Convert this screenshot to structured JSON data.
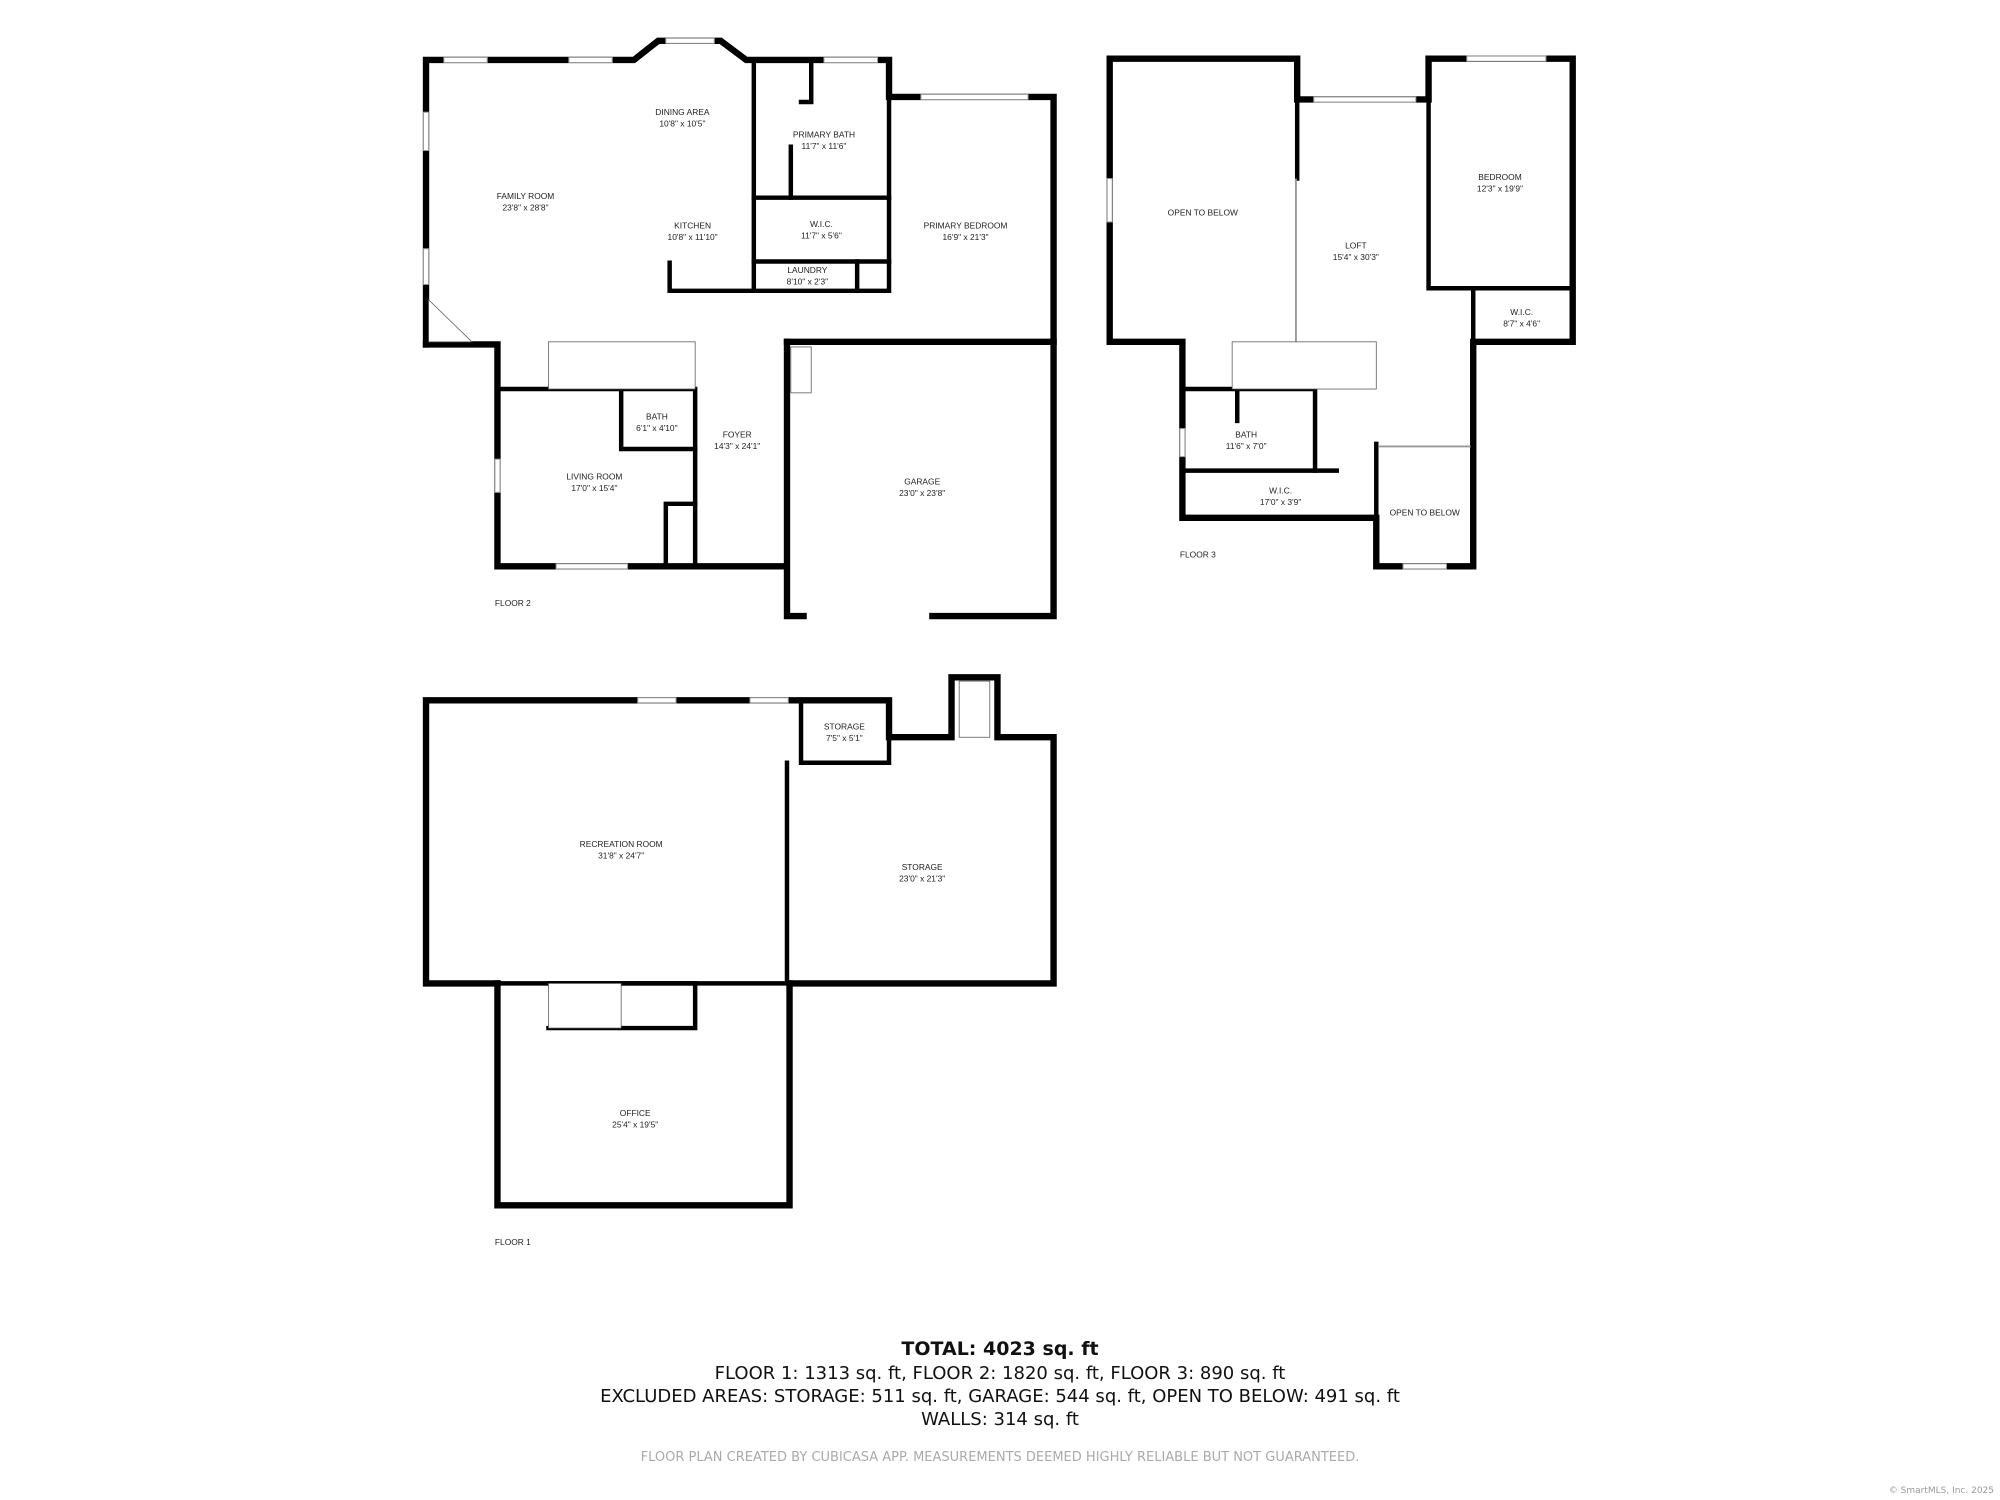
{
  "floors": {
    "floor2": {
      "label": "FLOOR 2",
      "rooms": [
        {
          "name": "DINING AREA",
          "size": "10'8\" x 10'5\""
        },
        {
          "name": "FAMILY ROOM",
          "size": "23'8\" x 28'8\""
        },
        {
          "name": "KITCHEN",
          "size": "10'8\" x 11'10\""
        },
        {
          "name": "PRIMARY BATH",
          "size": "11'7\" x 11'6\""
        },
        {
          "name": "W.I.C.",
          "size": "11'7\" x 5'6\""
        },
        {
          "name": "LAUNDRY",
          "size": "8'10\" x 2'3\""
        },
        {
          "name": "PRIMARY BEDROOM",
          "size": "16'9\" x 21'3\""
        },
        {
          "name": "BATH",
          "size": "6'1\" x 4'10\""
        },
        {
          "name": "FOYER",
          "size": "14'3\" x 24'1\""
        },
        {
          "name": "LIVING ROOM",
          "size": "17'0\" x 15'4\""
        },
        {
          "name": "GARAGE",
          "size": "23'0\" x 23'8\""
        }
      ]
    },
    "floor3": {
      "label": "FLOOR 3",
      "rooms": [
        {
          "name": "OPEN TO BELOW",
          "size": ""
        },
        {
          "name": "LOFT",
          "size": "15'4\" x 30'3\""
        },
        {
          "name": "BEDROOM",
          "size": "12'3\" x 19'9\""
        },
        {
          "name": "W.I.C.",
          "size": "8'7\" x 4'6\""
        },
        {
          "name": "BATH",
          "size": "11'6\" x 7'0\""
        },
        {
          "name": "W.I.C.",
          "size": "17'0\" x 3'9\""
        },
        {
          "name": "OPEN TO BELOW",
          "size": ""
        }
      ]
    },
    "floor1": {
      "label": "FLOOR 1",
      "rooms": [
        {
          "name": "STORAGE",
          "size": "7'5\" x 5'1\""
        },
        {
          "name": "RECREATION ROOM",
          "size": "31'8\" x 24'7\""
        },
        {
          "name": "STORAGE",
          "size": "23'0\" x 21'3\""
        },
        {
          "name": "OFFICE",
          "size": "25'4\" x 19'5\""
        }
      ]
    }
  },
  "summary": {
    "total": "TOTAL: 4023 sq. ft",
    "floors_line": "FLOOR 1: 1313 sq. ft, FLOOR 2: 1820 sq. ft, FLOOR 3: 890 sq. ft",
    "excluded_line": "EXCLUDED AREAS: STORAGE: 511 sq. ft, GARAGE: 544 sq. ft, OPEN TO BELOW: 491 sq. ft",
    "walls_line": "WALLS: 314 sq. ft"
  },
  "disclaimer": "FLOOR PLAN CREATED BY CUBICASA APP. MEASUREMENTS DEEMED HIGHLY RELIABLE BUT NOT GUARANTEED.",
  "copyright": "© SmartMLS, Inc. 2025"
}
